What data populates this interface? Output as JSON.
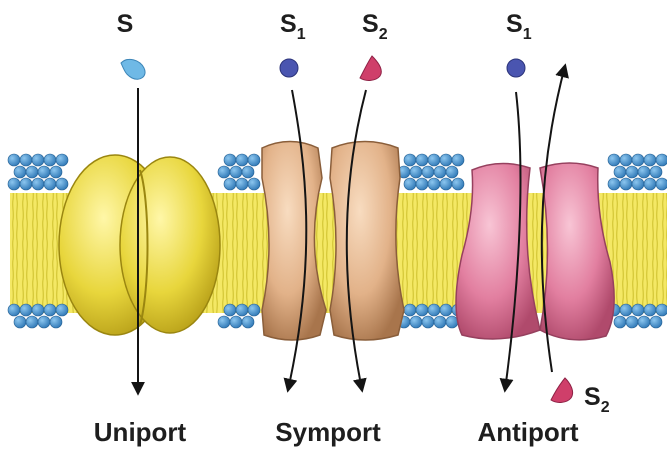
{
  "diagram": {
    "transporters": [
      {
        "label": "Uniport",
        "substrates": [
          {
            "symbol": "S",
            "subscript": ""
          }
        ]
      },
      {
        "label": "Symport",
        "substrates": [
          {
            "symbol": "S",
            "subscript": "1"
          },
          {
            "symbol": "S",
            "subscript": "2"
          }
        ]
      },
      {
        "label": "Antiport",
        "substrates": [
          {
            "symbol": "S",
            "subscript": "1"
          },
          {
            "symbol": "S",
            "subscript": "2"
          }
        ]
      }
    ],
    "colors": {
      "lipid_head": "#3f8fce",
      "lipid_tail": "#f2e65a",
      "uniport_protein": "#e8d63c",
      "symport_protein": "#e7b98e",
      "antiport_protein": "#e27fa0",
      "substrate_uniport": "#6fb9e6",
      "substrate_s1": "#4a55b0",
      "substrate_s2": "#cf3f6a",
      "arrow": "#141414"
    }
  }
}
